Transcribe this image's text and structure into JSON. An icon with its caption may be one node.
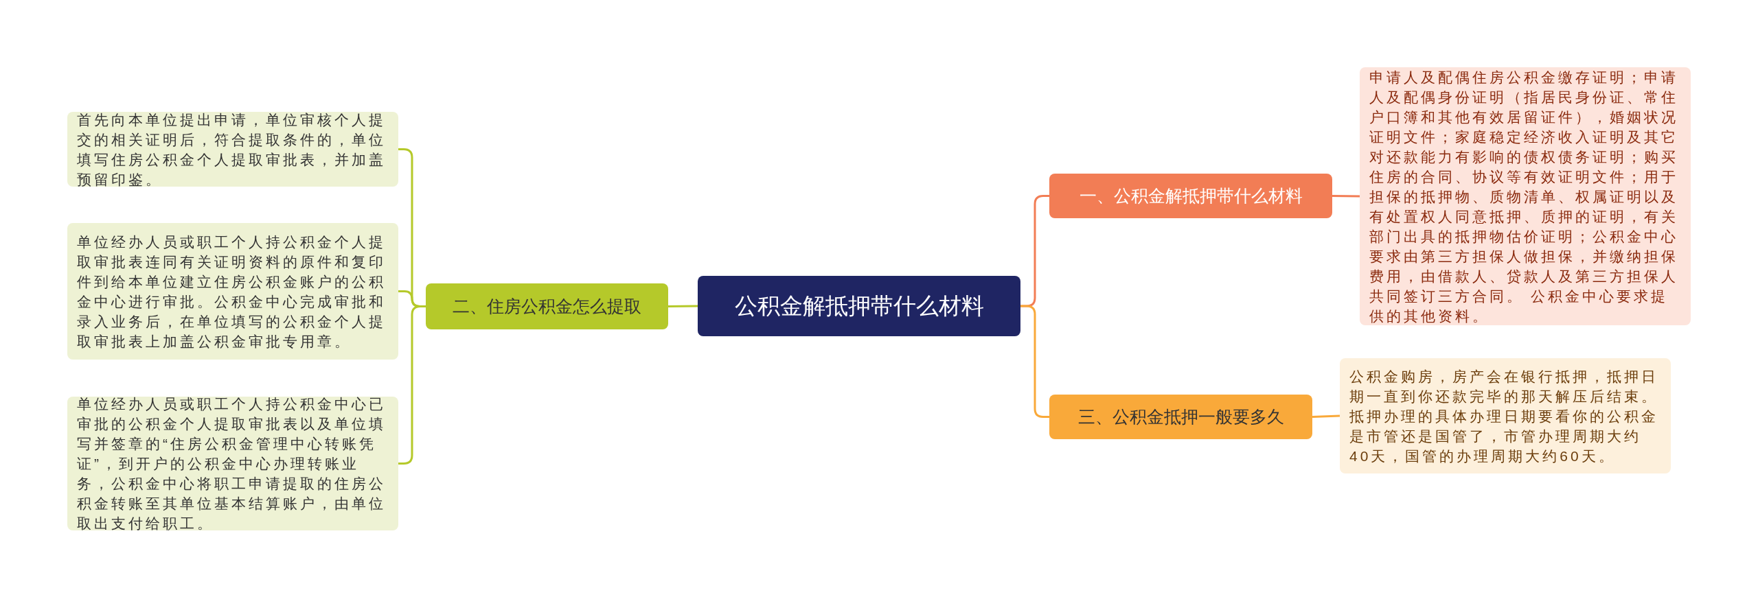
{
  "diagram": {
    "nodes": [
      {
        "text": [
          "公积金解抵押带什么材料"
        ]
      },
      {
        "text": [
          "一、公积金解抵押带什么材料"
        ]
      },
      {
        "text": [
          "申请人及配偶住房公积金缴存证明；申请人及配偶身份证明（指居民身份证、常住户口簿和其他有效居留证件），婚姻状况证明文件；家庭稳定经济收入证明及其它对还款能力有影响的债权债务证明；购买住房的合同、协议等有效证明文件；用于担保的抵押物、质物清单、权属证明以及有处置权人同意抵押、质押的证明，有关部门出具的抵押物估价证明；公积金中心要求由第三方担保人做担保，并缴纳担保费用，由借款人、贷款人及第三方担保人共同签订三方合同。 公积金中心要求提供的其他资料。"
        ]
      },
      {
        "text": [
          "二、住房公积金怎么提取"
        ]
      },
      {
        "text": [
          "首先向本单位提出申请，单位审核个人提交的相关证明后，符合提取条件的，单位填写住房公积金个人提取审批表，并加盖预留印鉴。"
        ]
      },
      {
        "text": [
          "单位经办人员或职工个人持公积金个人提取审批表连同有关证明资料的原件和复印件到给本单位建立住房公积金账户的公积金中心进行审批。公积金中心完成审批和录入业务后，在单位填写的公积金个人提取审批表上加盖公积金审批专用章。"
        ]
      },
      {
        "text": [
          "单位经办人员或职工个人持公积金中心已审批的公积金个人提取审批表以及单位填写并签章的“住房公积金管理中心转账凭证”，到开户的公积金中心办理转账业务，公积金中心将职工申请提取的住房公积金转账至其单位基本结算账户，由单位取出支付给职工。"
        ]
      },
      {
        "text": [
          "三、公积金抵押一般要多久"
        ]
      },
      {
        "text": [
          "公积金购房，房产会在银行抵押，抵押日期一直到你还款完毕的那天解压后结束。抵押办理的具体办理日期要看你的公积金是市管还是国管了，市管办理周期大约40天，国管的办理周期大约60天。"
        ]
      }
    ],
    "edges": [
      {
        "from": 0,
        "to": 1,
        "arrow": "none",
        "color": "#f27d55"
      },
      {
        "from": 1,
        "to": 2,
        "arrow": "none",
        "color": "#f27d55"
      },
      {
        "from": 0,
        "to": 3,
        "arrow": "none",
        "color": "#b5c92a"
      },
      {
        "from": 3,
        "to": 4,
        "arrow": "none",
        "color": "#b5c92a"
      },
      {
        "from": 3,
        "to": 5,
        "arrow": "none",
        "color": "#b5c92a"
      },
      {
        "from": 3,
        "to": 6,
        "arrow": "none",
        "color": "#b5c92a"
      },
      {
        "from": 0,
        "to": 7,
        "arrow": "none",
        "color": "#f9a93a"
      },
      {
        "from": 7,
        "to": 8,
        "arrow": "none",
        "color": "#f9a93a"
      }
    ]
  }
}
